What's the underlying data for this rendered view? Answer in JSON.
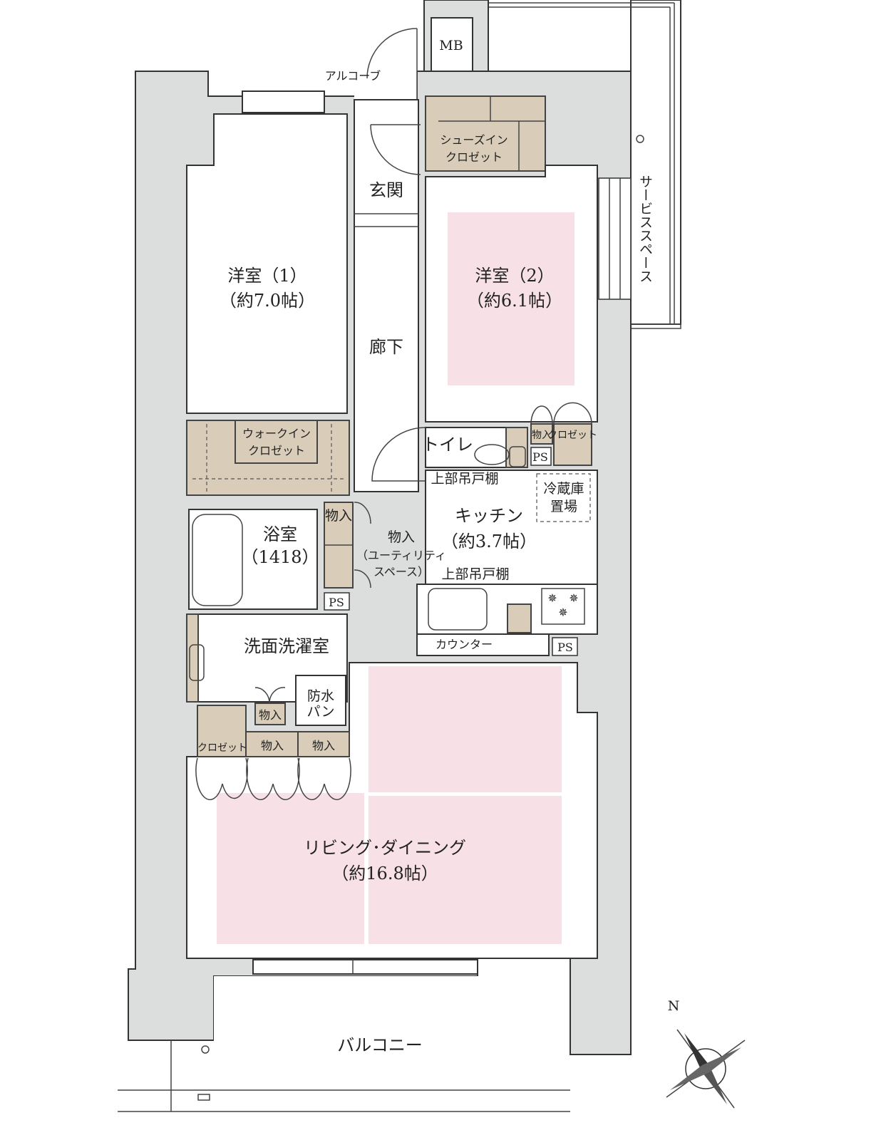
{
  "rooms": {
    "bedroom1": {
      "name": "洋室（1）",
      "size": "（約7.0帖）"
    },
    "bedroom2": {
      "name": "洋室（2）",
      "size": "（約6.1帖）"
    },
    "kitchen": {
      "name": "キッチン",
      "size": "（約3.7帖）"
    },
    "living": {
      "name": "リビング･ダイニング",
      "size": "（約16.8帖）"
    },
    "bath": {
      "name": "浴室",
      "size": "（1418）"
    },
    "washroom": "洗面洗濯室",
    "entrance": "玄関",
    "hallway": "廊下",
    "toilet": "トイレ",
    "balcony": "バルコニー",
    "service_space": "サービススペース",
    "alcove": "アルコーブ",
    "mb": "MB"
  },
  "storage": {
    "shoe_closet": [
      "シューズイン",
      "クロゼット"
    ],
    "walk_in_closet": [
      "ウォークイン",
      "クロゼット"
    ],
    "utility": [
      "物入",
      "（ユーティリティ",
      "スペース）"
    ],
    "fridge": [
      "冷蔵庫",
      "置場"
    ],
    "waterproof_pan": [
      "防水",
      "パン"
    ],
    "upper_cabinet": "上部吊戸棚",
    "counter": "カウンター",
    "storage": "物入",
    "closet": "クロゼット",
    "ps": "PS"
  },
  "compass": {
    "north_label": "N"
  },
  "colors": {
    "wall": "#dcdddd",
    "storage": "#d9cdb9",
    "furniture_area": "#f8e1e6"
  }
}
